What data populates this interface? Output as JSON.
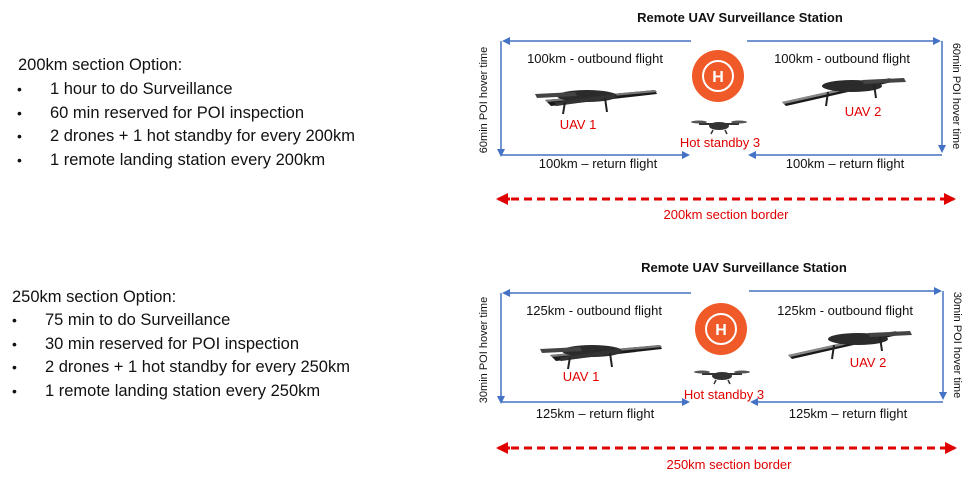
{
  "options": [
    {
      "title": "200km section Option:",
      "bullets": [
        "1 hour to do Surveillance",
        "60 min reserved for POI inspection",
        "2 drones + 1 hot standby for every 200km",
        "1 remote landing station every 200km"
      ]
    },
    {
      "title": "250km section Option:",
      "bullets": [
        "75 min to do Surveillance",
        "30 min reserved for POI inspection",
        "2 drones + 1 hot standby for every 250km",
        "1 remote landing station every 250km"
      ]
    }
  ],
  "diagrams": [
    {
      "station_title": "Remote UAV Surveillance Station",
      "left_hover": "60min POI hover time",
      "right_hover": "60min POI hover time",
      "outbound_left": "100km - outbound flight",
      "outbound_right": "100km - outbound flight",
      "return_left": "100km – return flight",
      "return_right": "100km – return flight",
      "uav1": "UAV 1",
      "uav2": "UAV 2",
      "standby": "Hot standby 3",
      "border": "200km section border",
      "helipad": "H"
    },
    {
      "station_title": "Remote UAV Surveillance Station",
      "left_hover": "30min POI hover time",
      "right_hover": "30min POI hover time",
      "outbound_left": "125km - outbound flight",
      "outbound_right": "125km - outbound flight",
      "return_left": "125km – return flight",
      "return_right": "125km – return flight",
      "uav1": "UAV 1",
      "uav2": "UAV 2",
      "standby": "Hot standby 3",
      "border": "250km section border",
      "helipad": "H"
    }
  ],
  "colors": {
    "flight_path": "#4472c4",
    "label_red": "#e00000",
    "helipad": "#f05a28"
  }
}
